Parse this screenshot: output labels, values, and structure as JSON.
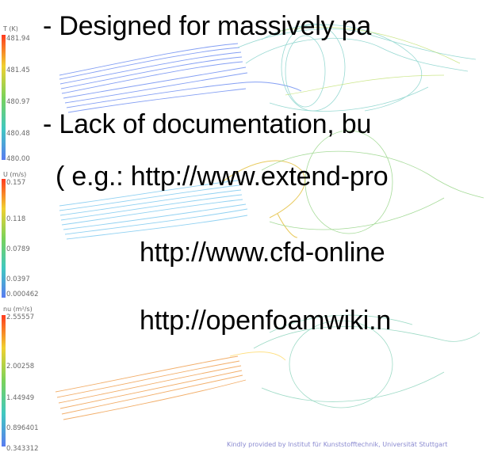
{
  "legends": [
    {
      "title": "T (K)",
      "ticks": [
        "481.94",
        "481.45",
        "480.97",
        "480.48",
        "480.00"
      ],
      "gradient": [
        "#ff3b1f",
        "#f0d030",
        "#7ad25a",
        "#40c8c0",
        "#5a7cf0"
      ]
    },
    {
      "title": "U (m/s)",
      "ticks": [
        "0.157",
        "0.118",
        "0.0789",
        "0.0397",
        "0.000462"
      ],
      "gradient": [
        "#ff3b1f",
        "#f0d030",
        "#7ad25a",
        "#40c8c0",
        "#5a7cf0"
      ]
    },
    {
      "title": "nu (m²/s)",
      "ticks": [
        "2.55557",
        "2.00258",
        "1.44949",
        "0.896401",
        "0.343312"
      ],
      "gradient": [
        "#ff3b1f",
        "#f0d030",
        "#7ad25a",
        "#40c8c0",
        "#5a7cf0"
      ]
    }
  ],
  "text_lines": [
    "- Designed for massively pa",
    "- Lack of documentation, bu",
    "( e.g.: http://www.extend-pro",
    "http://www.cfd-online",
    "http://openfoamwiki.n"
  ],
  "credit": "Kindly provided by Institut für Kunststofftechnik, Universität Stuttgart",
  "colors": {
    "cold": "#5a7cf0",
    "hot": "#ff3b1f",
    "text": "#000000"
  }
}
